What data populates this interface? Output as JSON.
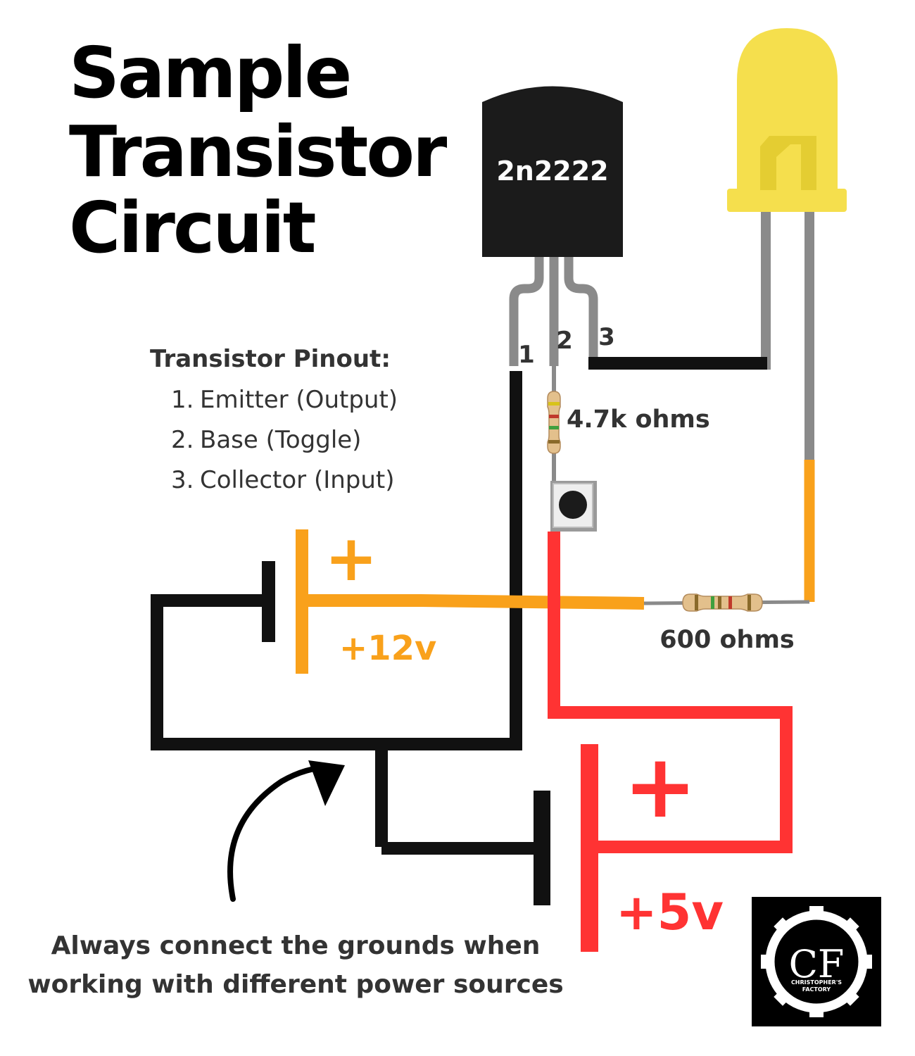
{
  "title": [
    "Sample",
    "Transistor",
    "Circuit"
  ],
  "transistor": {
    "model": "2n2222",
    "pins": [
      "1",
      "2",
      "3"
    ]
  },
  "pinout": {
    "heading": "Transistor Pinout:",
    "items": [
      {
        "num": "1.",
        "text": "Emitter (Output)"
      },
      {
        "num": "2.",
        "text": "Base (Toggle)"
      },
      {
        "num": "3.",
        "text": "Collector (Input)"
      }
    ]
  },
  "resistors": {
    "base": "4.7k ohms",
    "led": "600 ohms"
  },
  "batteries": [
    {
      "plus": "+",
      "voltage": "+12v"
    },
    {
      "plus": "+",
      "voltage": "+5v"
    }
  ],
  "note": [
    "Always connect the grounds when",
    "working with different power sources"
  ],
  "logo": {
    "letters": "CF",
    "line1": "CHRISTOPHER'S",
    "line2": "FACTORY"
  },
  "colors": {
    "ground_wire": "#111111",
    "supply_12v": "#f9a11b",
    "supply_5v": "#ff3333",
    "led": "#f5df4d",
    "lead": "#8a8a8a",
    "label_dark": "#333333"
  }
}
